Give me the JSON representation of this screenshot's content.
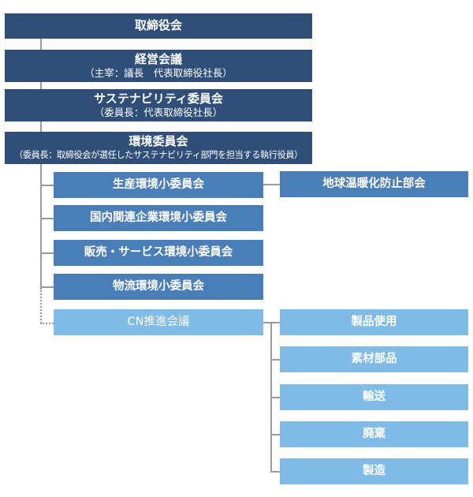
{
  "board": {
    "title": "取締役会"
  },
  "management": {
    "title": "経営会議",
    "sub": "（主宰：議長　代表取締役社長）"
  },
  "sustainability": {
    "title": "サステナビリティ委員会",
    "sub": "（委員長：代表取締役社長）"
  },
  "environment": {
    "title": "環境委員会",
    "sub": "（委員長：取締役会が選任したサステナビリティ部門を担当する執行役員）"
  },
  "subcommittees": [
    {
      "name": "生産環境小委員会"
    },
    {
      "name": "国内関連企業環境小委員会"
    },
    {
      "name": "販売・サービス環境小委員会"
    },
    {
      "name": "物流環境小委員会"
    }
  ],
  "warming": {
    "name": "地球温暖化防止部会"
  },
  "cn": {
    "name": "CN推進会議"
  },
  "cn_children": [
    {
      "name": "製品使用"
    },
    {
      "name": "素材部品"
    },
    {
      "name": "輸送"
    },
    {
      "name": "廃棄"
    },
    {
      "name": "製造"
    }
  ]
}
